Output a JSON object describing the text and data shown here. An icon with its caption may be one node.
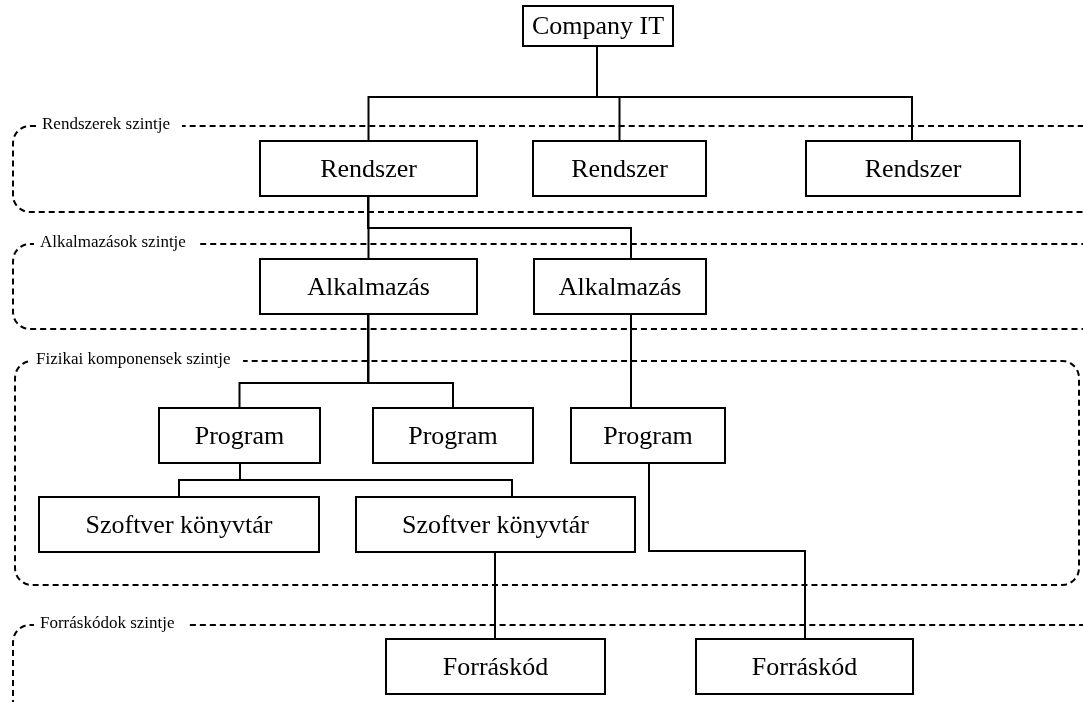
{
  "diagram": {
    "nodes": [
      {
        "text": [
          "Company IT"
        ]
      },
      {
        "text": [
          "Rendszerek szintje"
        ]
      },
      {
        "text": [
          "Rendszer"
        ],
        "in": 1
      },
      {
        "text": [
          "Rendszer"
        ],
        "in": 1
      },
      {
        "text": [
          "Rendszer"
        ],
        "in": 1
      },
      {
        "text": [
          "Alkalmazások szintje"
        ]
      },
      {
        "text": [
          "Alkalmazás"
        ],
        "in": 5
      },
      {
        "text": [
          "Alkalmazás"
        ],
        "in": 5
      },
      {
        "text": [
          "Fizikai komponensek szintje"
        ]
      },
      {
        "text": [
          "Program"
        ],
        "in": 8
      },
      {
        "text": [
          "Program"
        ],
        "in": 8
      },
      {
        "text": [
          "Program"
        ],
        "in": 8
      },
      {
        "text": [
          "Szoftver könyvtár"
        ],
        "in": 8
      },
      {
        "text": [
          "Szoftver könyvtár"
        ],
        "in": 8
      },
      {
        "text": [
          "Forráskódok szintje"
        ]
      },
      {
        "text": [
          "Forráskód"
        ],
        "in": 14
      },
      {
        "text": [
          "Forráskód"
        ],
        "in": 14
      }
    ],
    "edges": [
      {
        "from": 0,
        "to": 2,
        "arrow": "none"
      },
      {
        "from": 0,
        "to": 3,
        "arrow": "none"
      },
      {
        "from": 0,
        "to": 4,
        "arrow": "none"
      },
      {
        "from": 2,
        "to": 6,
        "arrow": "none"
      },
      {
        "from": 2,
        "to": 7,
        "arrow": "none"
      },
      {
        "from": 6,
        "to": 9,
        "arrow": "none"
      },
      {
        "from": 6,
        "to": 10,
        "arrow": "none"
      },
      {
        "from": 7,
        "to": 11,
        "arrow": "none"
      },
      {
        "from": 9,
        "to": 12,
        "arrow": "none"
      },
      {
        "from": 9,
        "to": 13,
        "arrow": "none"
      },
      {
        "from": 13,
        "to": 15,
        "arrow": "none"
      },
      {
        "from": 11,
        "to": 16,
        "arrow": "none"
      }
    ]
  }
}
